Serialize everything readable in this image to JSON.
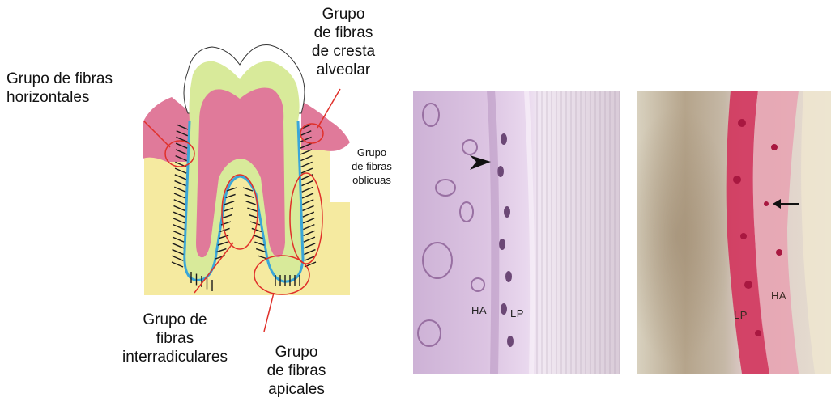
{
  "diagram": {
    "labels": {
      "crest": "Grupo\nde fibras\nde cresta\nalveolar",
      "horizontal": "Grupo de fibras\nhorizontales",
      "oblique": "Grupo\nde fibras\noblicuas",
      "interradicular": "Grupo de\nfibras\ninterradiculares",
      "apical": "Grupo\nde fibras\napicales"
    },
    "colors": {
      "gingiva": "#e07a9a",
      "bone": "#f5eaa0",
      "enamel": "#ffffff",
      "dentin": "#d8ea9a",
      "pulp": "#e07a9a",
      "cementum": "#3aa6d8",
      "circle": "#e0302a",
      "fibers": "#1a1a1a"
    }
  },
  "micrographs": [
    {
      "labels": {
        "ha": "HA",
        "lp": "LP"
      }
    },
    {
      "labels": {
        "ha": "HA",
        "lp": "LP"
      }
    }
  ]
}
